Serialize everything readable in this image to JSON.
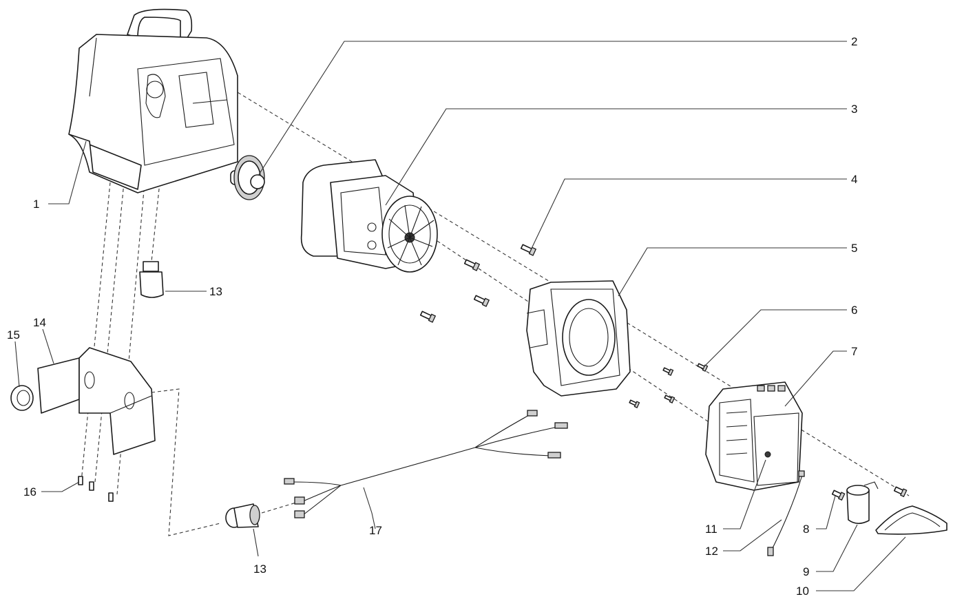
{
  "callouts": [
    {
      "id": "c1",
      "text": "1"
    },
    {
      "id": "c2",
      "text": "2"
    },
    {
      "id": "c3",
      "text": "3"
    },
    {
      "id": "c4",
      "text": "4"
    },
    {
      "id": "c5",
      "text": "5"
    },
    {
      "id": "c6",
      "text": "6"
    },
    {
      "id": "c7",
      "text": "7"
    },
    {
      "id": "c8",
      "text": "8"
    },
    {
      "id": "c9",
      "text": "9"
    },
    {
      "id": "c10",
      "text": "10"
    },
    {
      "id": "c11",
      "text": "11"
    },
    {
      "id": "c12",
      "text": "12"
    },
    {
      "id": "c13a",
      "text": "13"
    },
    {
      "id": "c13b",
      "text": "13"
    },
    {
      "id": "c14",
      "text": "14"
    },
    {
      "id": "c15",
      "text": "15"
    },
    {
      "id": "c16",
      "text": "16"
    },
    {
      "id": "c17",
      "text": "17"
    }
  ],
  "colors": {
    "line": "#1a1a1a",
    "background": "#ffffff"
  }
}
